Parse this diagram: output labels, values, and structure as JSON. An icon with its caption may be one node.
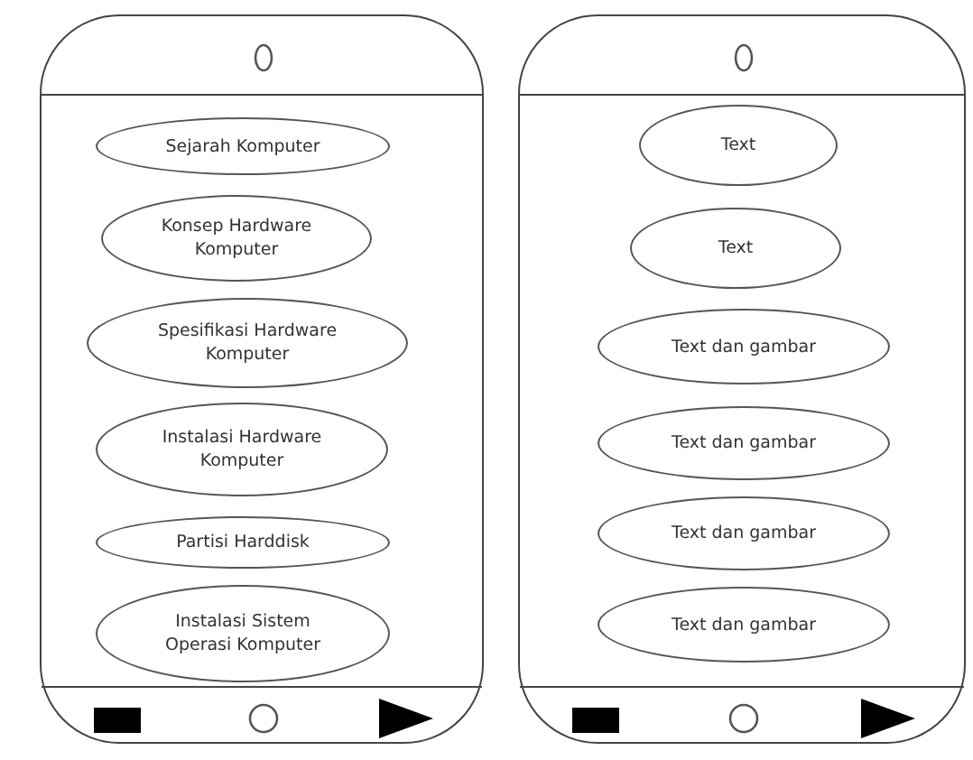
{
  "diagram": {
    "nodes": [
      {
        "text": [],
        "shape": "box"
      },
      {
        "text": [
          "Sejarah Komputer"
        ],
        "in": 0
      },
      {
        "text": [
          "Konsep Hardware Komputer"
        ],
        "in": 0
      },
      {
        "text": [
          "Spesifikasi Hardware Komputer"
        ],
        "in": 0
      },
      {
        "text": [
          "Instalasi Hardware Komputer"
        ],
        "in": 0
      },
      {
        "text": [
          "Partisi Harddisk"
        ],
        "in": 0
      },
      {
        "text": [
          "Instalasi Sistem Operasi Komputer"
        ],
        "in": 0
      },
      {
        "text": [],
        "shape": "box"
      },
      {
        "text": [
          "Text"
        ],
        "in": 7
      },
      {
        "text": [
          "Text"
        ],
        "in": 7
      },
      {
        "text": [
          "Text dan gambar"
        ],
        "in": 7
      },
      {
        "text": [
          "Text dan gambar"
        ],
        "in": 7
      },
      {
        "text": [
          "Text dan gambar"
        ],
        "in": 7
      },
      {
        "text": [
          "Text dan gambar"
        ],
        "in": 7
      }
    ]
  }
}
